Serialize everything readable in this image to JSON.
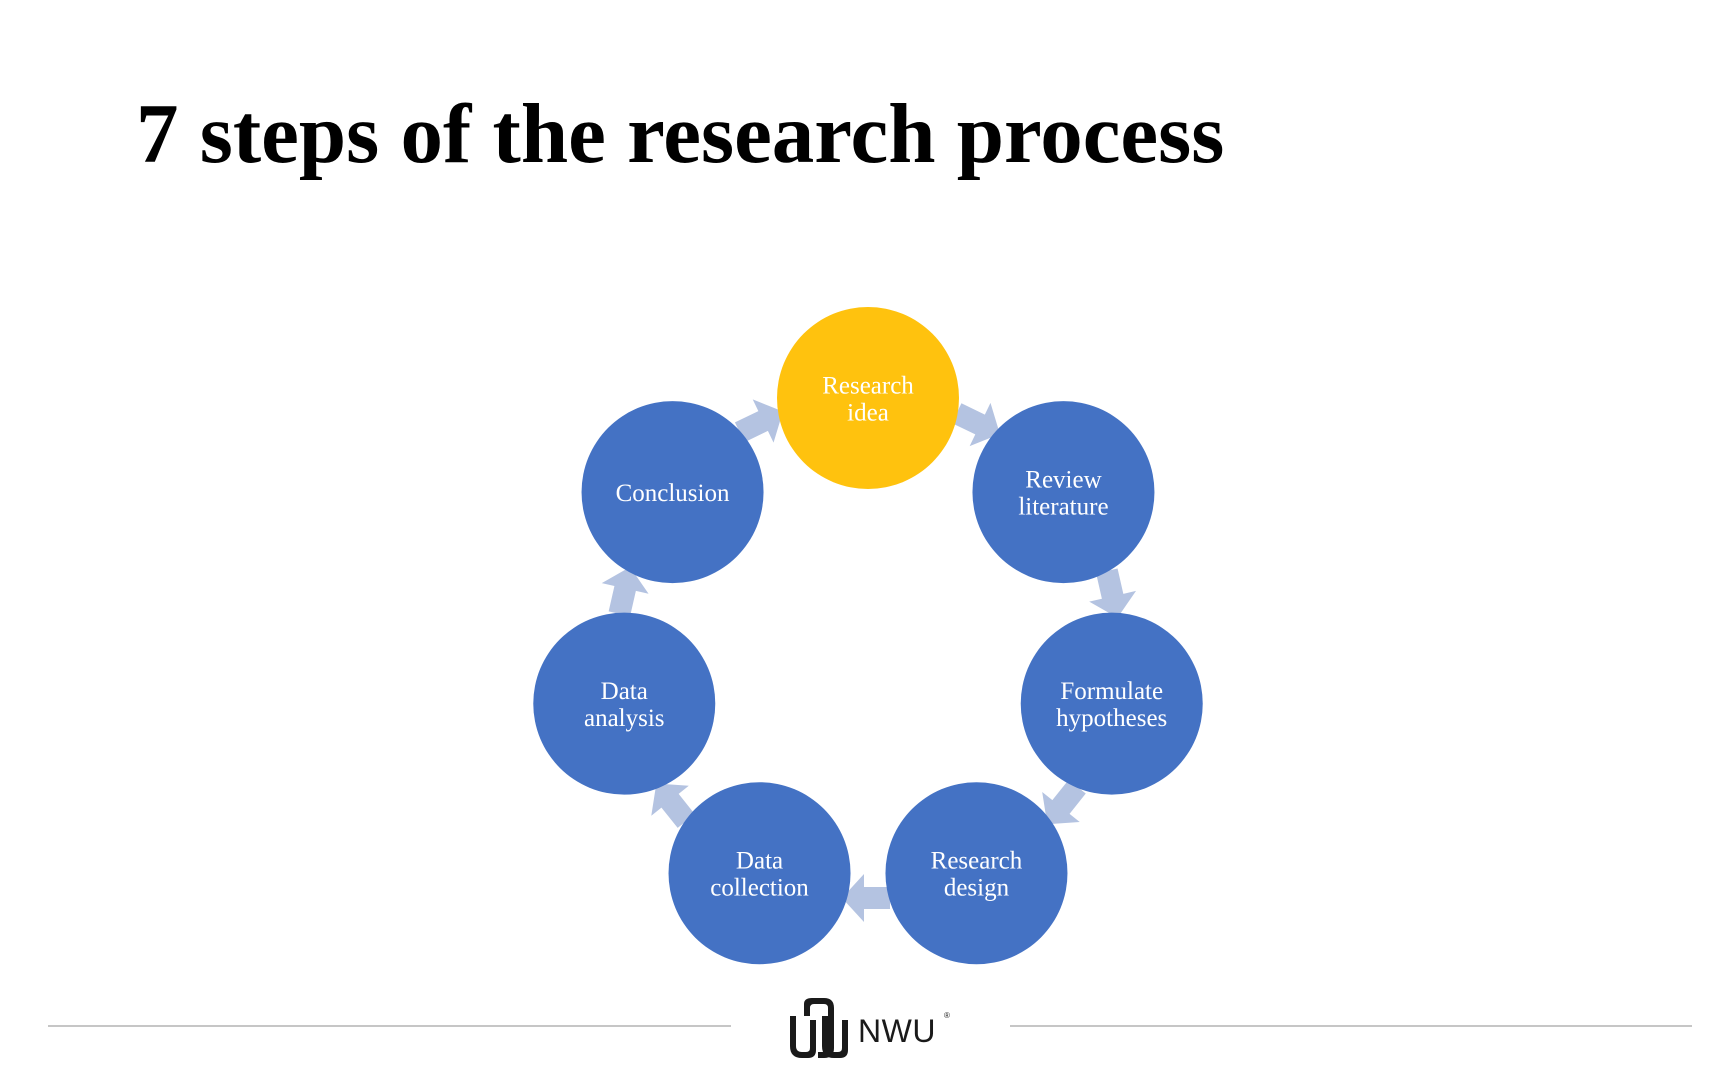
{
  "slide": {
    "title": "7 steps of the research process"
  },
  "diagram": {
    "type": "cycle",
    "colors": {
      "start": "#FFC20E",
      "step": "#4472C4",
      "arrow": "#B4C3E1",
      "text": "#FFFFFF"
    },
    "steps": [
      {
        "id": "research-idea",
        "lines": [
          "Research",
          "idea"
        ],
        "highlight": true
      },
      {
        "id": "review-literature",
        "lines": [
          "Review",
          "literature"
        ],
        "highlight": false
      },
      {
        "id": "formulate-hypotheses",
        "lines": [
          "Formulate",
          "hypotheses"
        ],
        "highlight": false
      },
      {
        "id": "research-design",
        "lines": [
          "Research",
          "design"
        ],
        "highlight": false
      },
      {
        "id": "data-collection",
        "lines": [
          "Data",
          "collection"
        ],
        "highlight": false
      },
      {
        "id": "data-analysis",
        "lines": [
          "Data",
          "analysis"
        ],
        "highlight": false
      },
      {
        "id": "conclusion",
        "lines": [
          "Conclusion"
        ],
        "highlight": false
      }
    ]
  },
  "footer": {
    "logo_text": "NWU",
    "logo_mark": "®",
    "logo_icon": "nwu-logo-icon"
  }
}
